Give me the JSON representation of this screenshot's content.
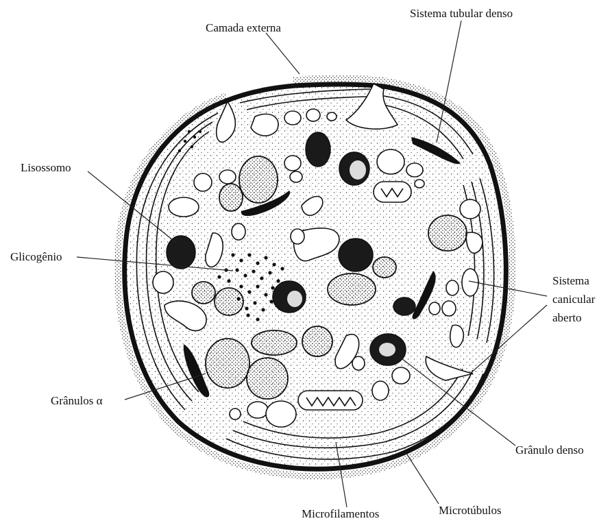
{
  "diagram": {
    "labels": {
      "camada_externa": "Camada externa",
      "sistema_tubular": "Sistema tubular denso",
      "lisossomo": "Lisossomo",
      "glicogenio": "Glicogênio",
      "sistema_canicular_1": "Sistema",
      "sistema_canicular_2": "canicular",
      "sistema_canicular_3": "aberto",
      "granulos_alfa": "Grânulos α",
      "granulo_denso": "Grânulo denso",
      "microfilamentos": "Microfilamentos",
      "microtubulos": "Microtúbulos"
    }
  }
}
